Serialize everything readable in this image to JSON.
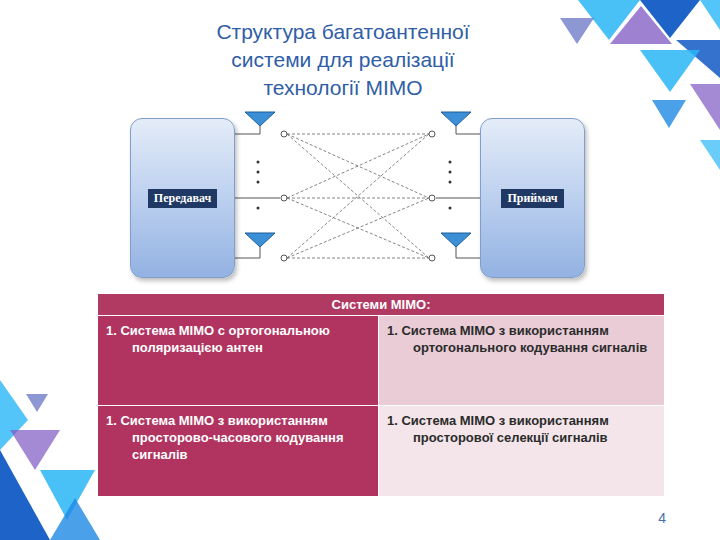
{
  "diagram": {
    "title": "Структура багатоантенної системи для реалізації технології MIMO",
    "nodes": [
      {
        "text": [
          "Передавач"
        ]
      },
      {
        "text": [
          "Приймач"
        ]
      }
    ],
    "labels": [
      "Системи MIMO:",
      "1. Система MIMO с ортогональною поляризацією антен",
      "1. Система MIMO з використанням ортогонального кодування сигналів",
      "1. Система MIMO з використанням просторово-часового кодування сигналів",
      "1. Система MIMO з використанням просторової селекції сигналів",
      "4"
    ]
  }
}
